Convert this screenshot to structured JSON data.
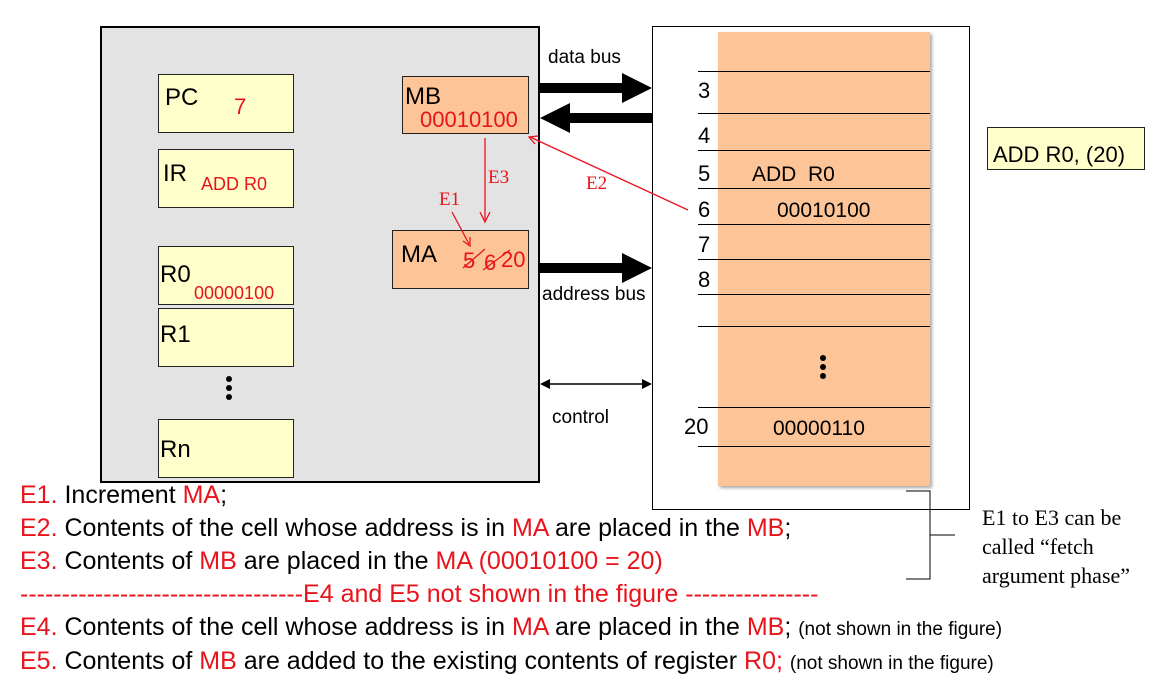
{
  "registers": {
    "pc": {
      "name": "PC",
      "value": "7"
    },
    "ir": {
      "name": "IR",
      "value": "ADD R0"
    },
    "r0": {
      "name": "R0",
      "value": "00000100"
    },
    "r1": {
      "name": "R1"
    },
    "rn": {
      "name": "Rn"
    },
    "mb": {
      "name": "MB",
      "value": "00010100"
    },
    "ma": {
      "name": "MA",
      "old_value_1": "5",
      "old_value_2": "6",
      "value": "20"
    }
  },
  "buses": {
    "data": "data bus",
    "address": "address bus",
    "control": "control"
  },
  "edge_labels": {
    "e1": "E1",
    "e2": "E2",
    "e3": "E3"
  },
  "memory": {
    "rows": [
      {
        "addr": "3",
        "content": ""
      },
      {
        "addr": "4",
        "content": ""
      },
      {
        "addr": "5",
        "content": "ADD  R0"
      },
      {
        "addr": "6",
        "content": "00010100"
      },
      {
        "addr": "7",
        "content": ""
      },
      {
        "addr": "8",
        "content": ""
      },
      {
        "addr": "20",
        "content": "00000110"
      }
    ]
  },
  "instruction_box": "ADD R0, (20)",
  "bracket_note": {
    "line1": "E1 to E3 can be",
    "line2": "called “fetch",
    "line3": "argument phase”"
  },
  "steps": [
    {
      "id": "E1.",
      "parts": [
        " Increment ",
        "MA",
        ";"
      ]
    },
    {
      "id": "E2.",
      "parts": [
        " Contents of the cell whose address is in ",
        "MA",
        " are placed in the ",
        "MB",
        ";"
      ]
    },
    {
      "id": "E3.",
      "parts": [
        " Contents of ",
        "MB",
        " are placed in the ",
        "MA (00010100 = 20)"
      ]
    },
    {
      "separator": "----------------------------------E4 and E5 not shown in the figure ----------------"
    },
    {
      "id": "E4.",
      "parts": [
        " Contents of the cell whose address is in ",
        "MA",
        " are placed in the ",
        "MB",
        "; ",
        "(not shown in the figure)"
      ]
    },
    {
      "id": "E5.",
      "parts": [
        " Contents of ",
        "MB",
        " are added to the existing contents of register ",
        "R0;",
        " ",
        "(not shown in the figure)"
      ]
    }
  ],
  "colors": {
    "red": "#e8141c",
    "register_fill": "#ffffcc",
    "memory_fill": "#fdc597",
    "cpu_fill": "#e3e3e3"
  }
}
